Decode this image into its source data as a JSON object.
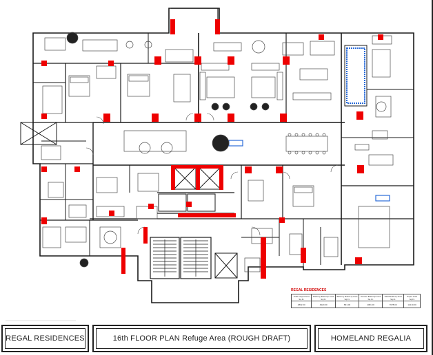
{
  "title_block": {
    "left": "REGAL RESIDENCES",
    "center": "16th FLOOR PLAN Refuge Area (ROUGH DRAFT)",
    "right": "HOMELAND REGALIA"
  },
  "legend": {
    "title": "REGAL RESIDENCES",
    "headers": [
      "Total Carpet Area Sq.Ft.",
      "Balcony Build Up Area Sq.Ft.",
      "Balcony Build Up Area Sq.Ft.",
      "Terrace Build Up Area Sq.Ft.",
      "Total Build Up Area Sq.Ft.",
      "Super Area Sq.Ft."
    ],
    "values": [
      "4802.00",
      "4920.00",
      "891.00",
      "1081.00",
      "7678.00",
      "11210.00"
    ]
  },
  "colors": {
    "wall": "#1a1a1a",
    "column": "#ee0000",
    "pool": "#2a6bd8",
    "fixture": "#4a4a4a"
  },
  "icons": [
    "pool-icon",
    "staircase-icon",
    "lift-icon",
    "column-marker-icon"
  ]
}
